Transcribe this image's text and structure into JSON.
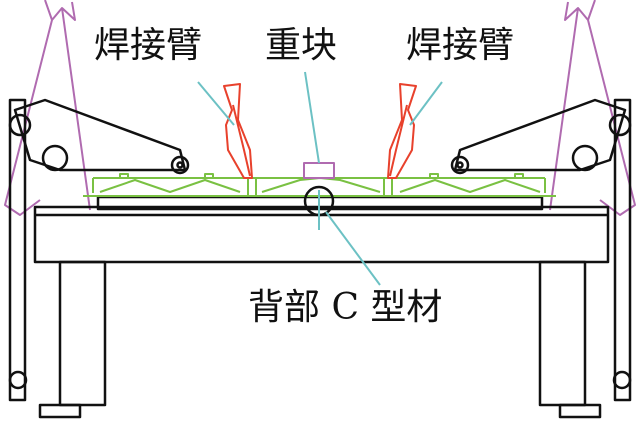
{
  "labels": {
    "welding_arm_left": "焊接臂",
    "weight_block": "重块",
    "welding_arm_right": "焊接臂",
    "back_c_profile": "背部 C 型材"
  },
  "colors": {
    "frame": "#111111",
    "truss": "#7ac143",
    "arm": "#e8412c",
    "link": "#b06bb0",
    "leader": "#6cc1c4"
  }
}
